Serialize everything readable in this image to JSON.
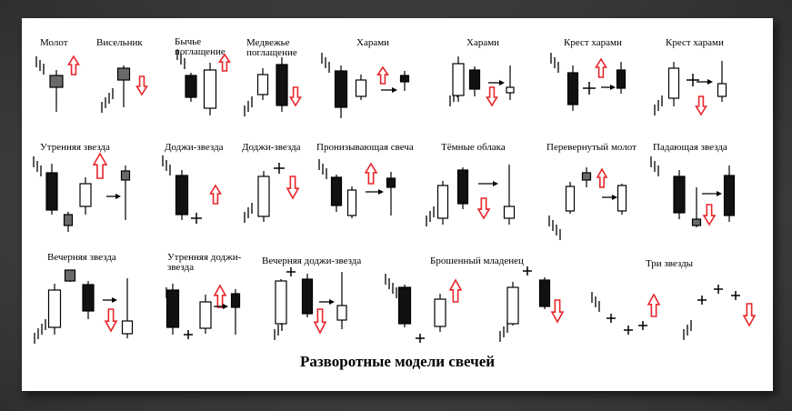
{
  "title": "Разворотные модели свечей",
  "colors": {
    "bull_arrow": "#e8252b",
    "bear_arrow": "#e8252b",
    "candle": "#000000",
    "hollow": "#ffffff"
  },
  "patterns": [
    {
      "id": "hammer",
      "label": "Молот"
    },
    {
      "id": "hanging-man",
      "label": "Висельник"
    },
    {
      "id": "bullish-engulfing",
      "label": "Бычье поглащение"
    },
    {
      "id": "bearish-engulfing",
      "label": "Медвежье поглащение"
    },
    {
      "id": "harami-bullish",
      "label": "Харами"
    },
    {
      "id": "harami-bearish",
      "label": "Харами"
    },
    {
      "id": "harami-cross-bullish",
      "label": "Крест харами"
    },
    {
      "id": "harami-cross-bearish",
      "label": "Крест харами"
    },
    {
      "id": "morning-star",
      "label": "Утренняя звезда"
    },
    {
      "id": "doji-star-bullish",
      "label": "Доджи-звезда"
    },
    {
      "id": "doji-star-bearish",
      "label": "Доджи-звезда"
    },
    {
      "id": "piercing-line",
      "label": "Пронизывающая свеча"
    },
    {
      "id": "dark-cloud",
      "label": "Тёмные облака"
    },
    {
      "id": "inverted-hammer",
      "label": "Перевернутый молот"
    },
    {
      "id": "shooting-star",
      "label": "Падающая звезда"
    },
    {
      "id": "evening-star",
      "label": "Вечерняя звезда"
    },
    {
      "id": "morning-doji-star",
      "label": "Утренняя доджи-звезда"
    },
    {
      "id": "evening-doji-star",
      "label": "Вечерняя доджи-звезда"
    },
    {
      "id": "abandoned-baby",
      "label": "Брошенный младенец"
    },
    {
      "id": "three-stars",
      "label": "Три звезды"
    }
  ]
}
